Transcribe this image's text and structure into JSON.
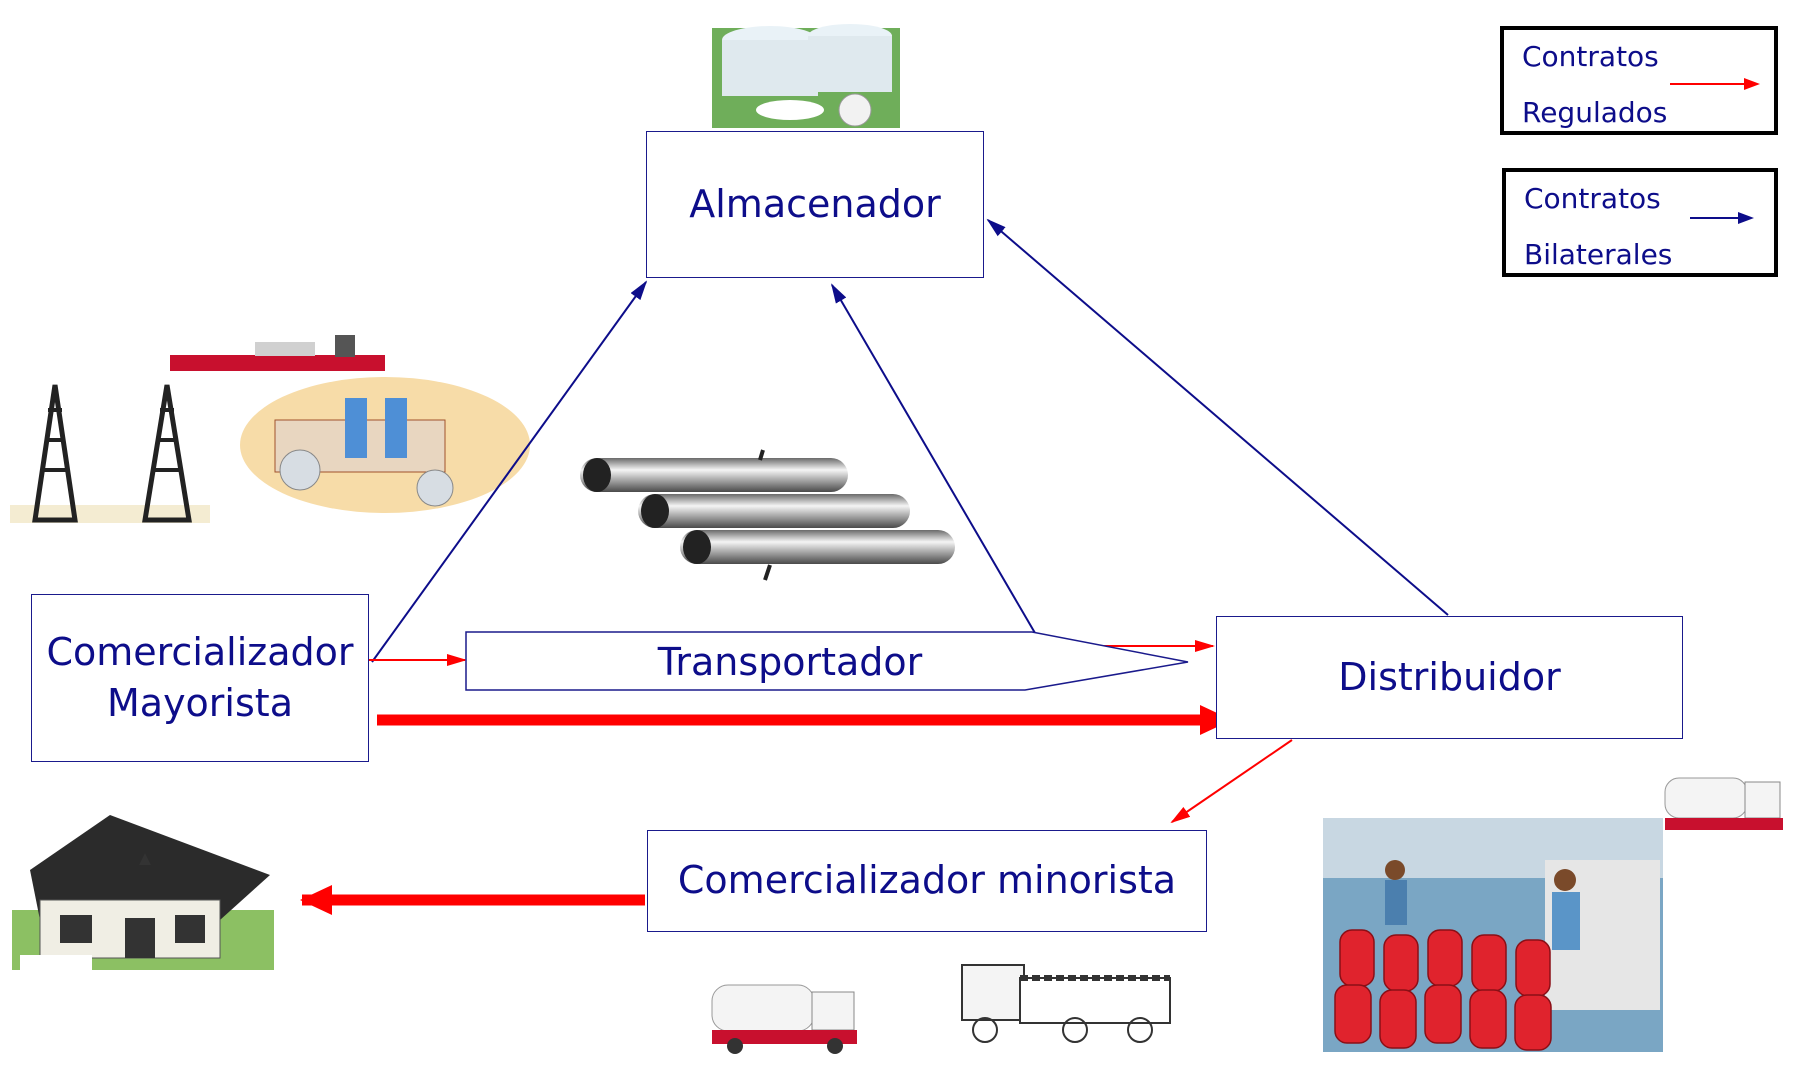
{
  "nodes": {
    "almacenador": "Almacenador",
    "comercializador_mayorista": [
      "Comercializador",
      "Mayorista"
    ],
    "transportador": "Transportador",
    "distribuidor": "Distribuidor",
    "comercializador_minorista": "Comercializador minorista"
  },
  "legend": {
    "regulated": {
      "line1": "Contratos",
      "line2": "Regulados",
      "color": "#ff0000"
    },
    "bilateral": {
      "line1": "Contratos",
      "line2": "Bilaterales",
      "color": "#0d0d8a"
    }
  },
  "colors": {
    "text": "#0d0d8a",
    "regulated": "#ff0000",
    "bilateral": "#0d0d8a"
  }
}
